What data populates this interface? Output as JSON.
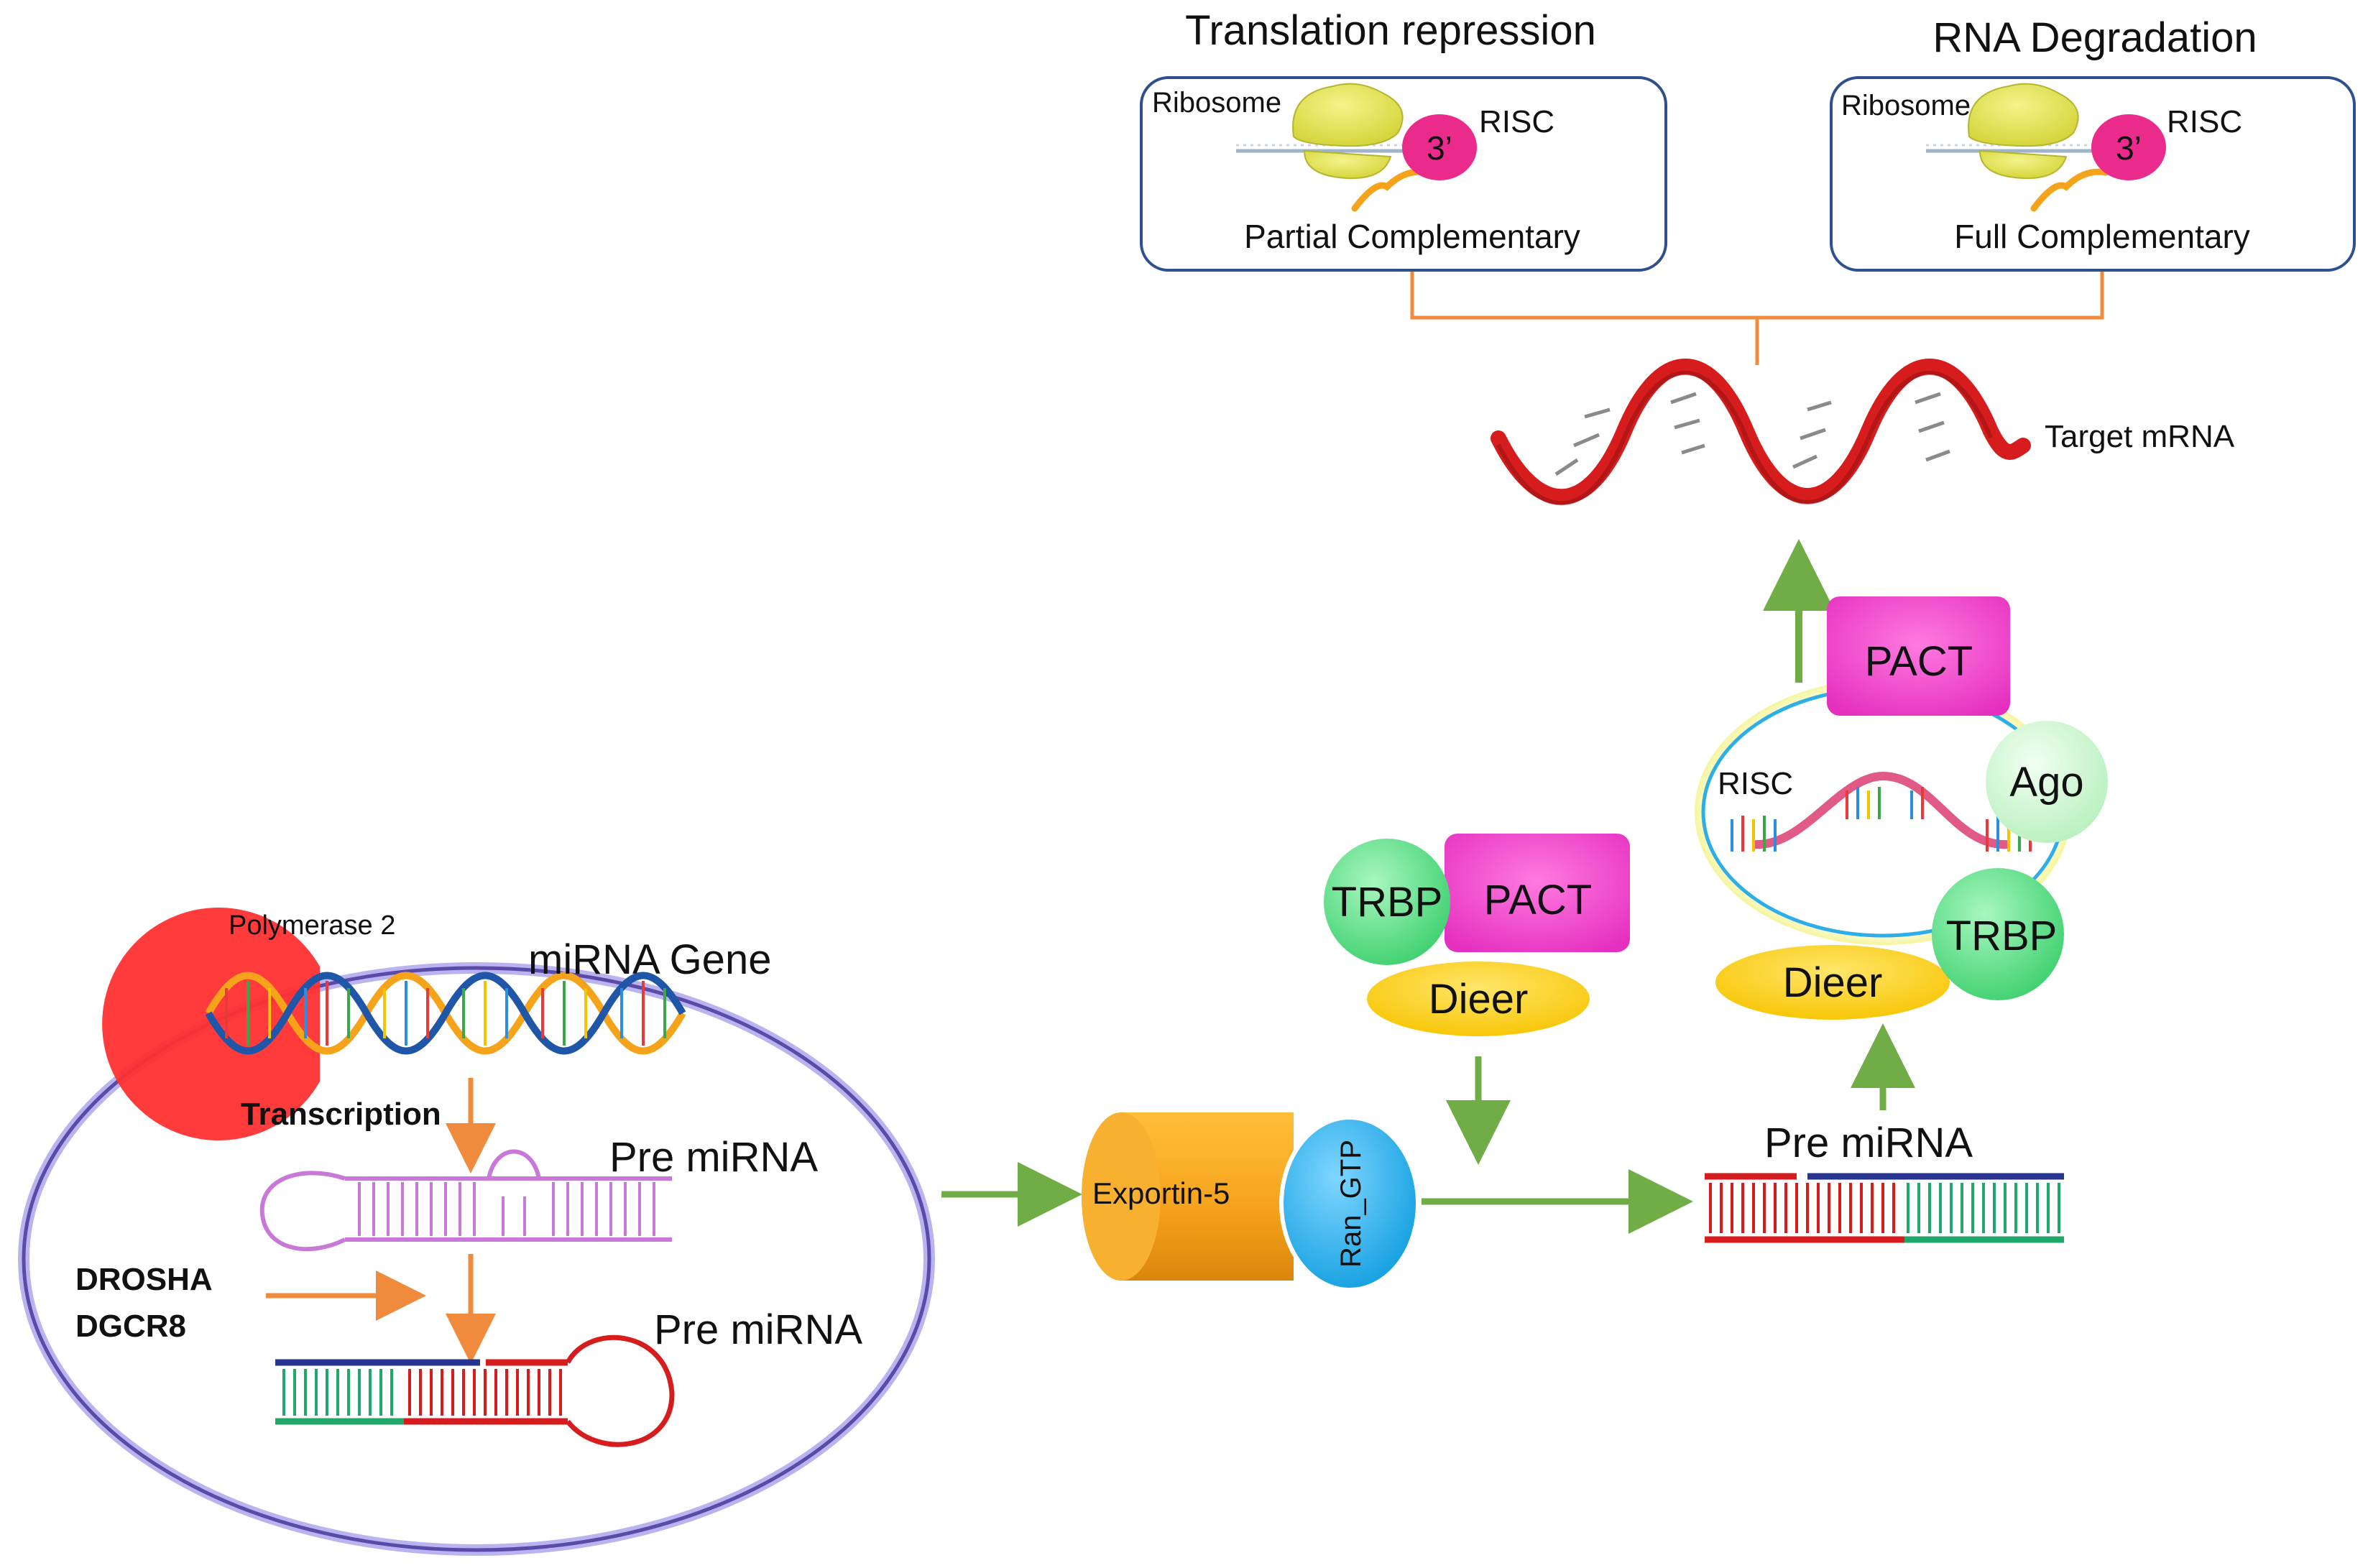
{
  "translation_panel": {
    "title": "Translation repression",
    "ribosome_label": "Ribosome",
    "risc_label": "RISC",
    "three_prime_label": "3’",
    "caption": "Partial Complementary"
  },
  "degradation_panel": {
    "title": "RNA Degradation",
    "ribosome_label": "Ribosome",
    "risc_label": "RISC",
    "three_prime_label": "3’",
    "caption": "Full Complementary"
  },
  "target_mrna": {
    "label": "Target mRNA"
  },
  "nucleus": {
    "polymerase_label": "Polymerase 2",
    "gene_label": "miRNA Gene",
    "transcription_label": "Transcription",
    "pre_mirna_label_1": "Pre miRNA",
    "drosha_label": "DROSHA",
    "dgcr8_label": "DGCR8",
    "pre_mirna_label_2": "Pre miRNA"
  },
  "exportin": {
    "exportin_label": "Exportin-5",
    "ran_label": "Ran_GTP"
  },
  "cytoplasm_pre_mirna": {
    "label": "Pre miRNA"
  },
  "dicer_complex": {
    "trbp_label": "TRBP",
    "pact_label": "PACT",
    "dicer_label": "Dieer"
  },
  "risc_complex": {
    "pact_label": "PACT",
    "ago_label": "Ago",
    "risc_label": "RISC",
    "trbp_label": "TRBP",
    "dicer_label": "Dieer"
  },
  "colors": {
    "arrow_orange": "#f08a3c",
    "arrow_green": "#70ad47",
    "panel_border": "#2f4f8f",
    "nucleus_border": "#5b4aa8",
    "pact": "#ee3fc8",
    "trbp": "#5fe08a",
    "dicer": "#ffd21a",
    "exportin": "#f5a31a",
    "ran": "#1fb1ec",
    "risc_3prime": "#ea2b8c",
    "mrna_red": "#d61c1c",
    "strand_blue": "#26338f",
    "strand_green": "#1fa86a",
    "hairpin_purple": "#c878d6"
  }
}
